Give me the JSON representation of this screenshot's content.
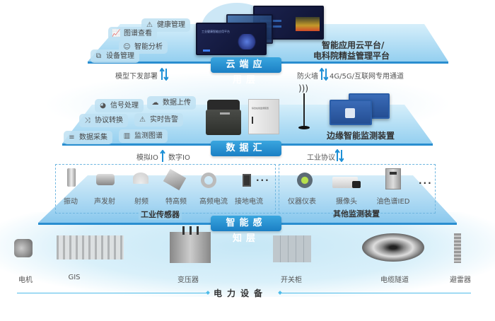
{
  "layers": {
    "cloud": {
      "title": "云端应用层",
      "features": [
        {
          "label": "健康管理",
          "icon": "health-alert-icon"
        },
        {
          "label": "图谱查看",
          "icon": "line-chart-icon"
        },
        {
          "label": "智能分析",
          "icon": "brain-head-icon"
        },
        {
          "label": "设备管理",
          "icon": "org-tree-icon"
        }
      ],
      "platform_name_line1": "智能应用云平台/",
      "platform_name_line2": "电科院精益管理平台",
      "screen_caption": "工业健康智能应用平台"
    },
    "aggregation": {
      "title": "数据汇聚层",
      "features": [
        {
          "label": "信号处理",
          "icon": "signal-gauge-icon"
        },
        {
          "label": "数据上传",
          "icon": "cloud-upload-icon"
        },
        {
          "label": "协议转换",
          "icon": "shuffle-icon"
        },
        {
          "label": "实时告警",
          "icon": "alarm-light-icon"
        },
        {
          "label": "数据采集",
          "icon": "data-collect-icon"
        },
        {
          "label": "监测图谱",
          "icon": "bar-chart-icon"
        }
      ],
      "edge_device_label": "边缘智能监测装置",
      "cabinet_caption": "综合在线监测装置"
    },
    "perception": {
      "title": "智能感知层",
      "sensor_group_title": "工业传感器",
      "sensors": [
        "振动",
        "声发射",
        "射频",
        "特高频",
        "高频电流",
        "接地电流"
      ],
      "other_group_title": "其他监测装置",
      "other_devices": [
        "仪器仪表",
        "摄像头",
        "油色谱IED"
      ],
      "more": "···"
    }
  },
  "connections": {
    "cloud_left": "模型下发部署",
    "cloud_right_a": "防火墙",
    "cloud_right_b": "4G/5G/互联网专用通道",
    "agg_left_a": "模拟IO",
    "agg_left_b": "数字IO",
    "agg_right": "工业协议"
  },
  "equipment": {
    "title": "电力设备",
    "items": [
      "电机",
      "GIS",
      "变压器",
      "开关柜",
      "电缆隧道",
      "避雷器"
    ]
  },
  "colors": {
    "pill": "#1b7fc4",
    "accent": "#1e90d6",
    "platform_top": "#8fd0ef",
    "platform_edge": "#2a8ed0"
  }
}
